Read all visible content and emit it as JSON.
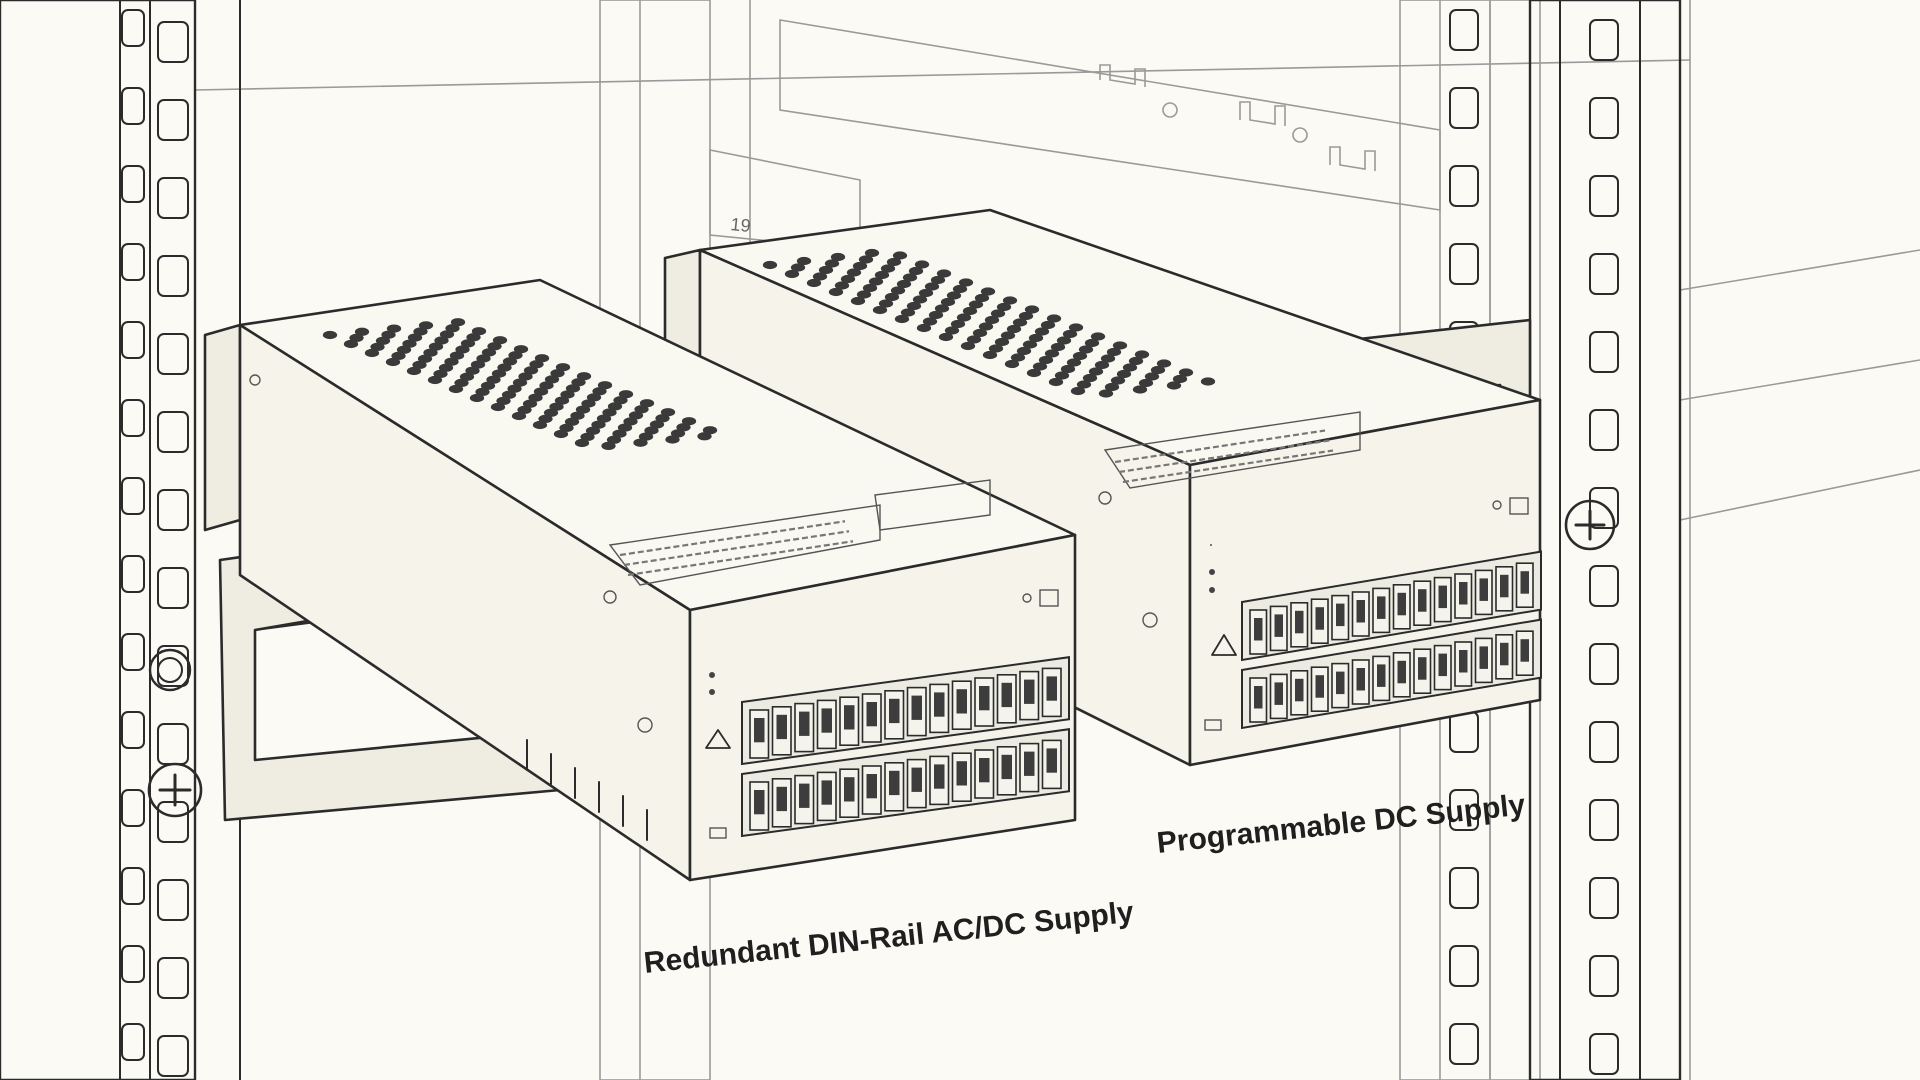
{
  "labels": {
    "left_unit": "Redundant DIN-Rail AC/DC Supply",
    "right_unit": "Programmable DC Supply",
    "rack_mark": "19"
  },
  "icons": [
    "warning-triangle-icon",
    "screw-icon",
    "led-indicator-icon"
  ],
  "colors": {
    "background": "#fbfaf5",
    "line": "#2b2b2b",
    "panel_fill": "#f6f4ea"
  }
}
